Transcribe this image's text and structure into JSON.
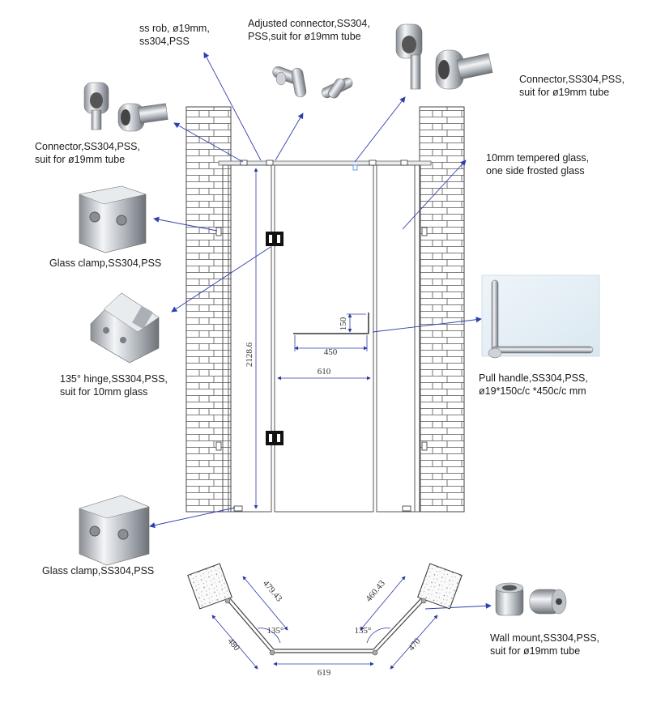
{
  "labels": {
    "ss_rob": [
      "ss rob, ø19mm,",
      "ss304,PSS"
    ],
    "adjusted_connector": [
      "Adjusted connector,SS304,",
      "PSS,suit for ø19mm tube"
    ],
    "connector_right": [
      "Connector,SS304,PSS,",
      "suit for ø19mm tube"
    ],
    "connector_left": [
      "Connector,SS304,PSS,",
      "suit for ø19mm tube"
    ],
    "glass": [
      "10mm tempered glass,",
      "one side frosted glass"
    ],
    "glass_clamp_top": "Glass clamp,SS304,PSS",
    "hinge": [
      "135° hinge,SS304,PSS,",
      "suit for 10mm glass"
    ],
    "pull_handle": [
      "Pull handle,SS304,PSS,",
      "ø19*150c/c *450c/c mm"
    ],
    "glass_clamp_bottom": "Glass clamp,SS304,PSS",
    "wall_mount": [
      "Wall mount,SS304,PSS,",
      "suit for ø19mm tube"
    ]
  },
  "dimensions": {
    "height": "2128.6",
    "door_width": "610",
    "handle_width": "450",
    "handle_height": "150",
    "plan_left_wall": "479.43",
    "plan_right_wall": "460.43",
    "plan_left_panel": "480",
    "plan_right_panel": "470",
    "plan_center": "619",
    "angle_left": "135°",
    "angle_right": "135°"
  }
}
